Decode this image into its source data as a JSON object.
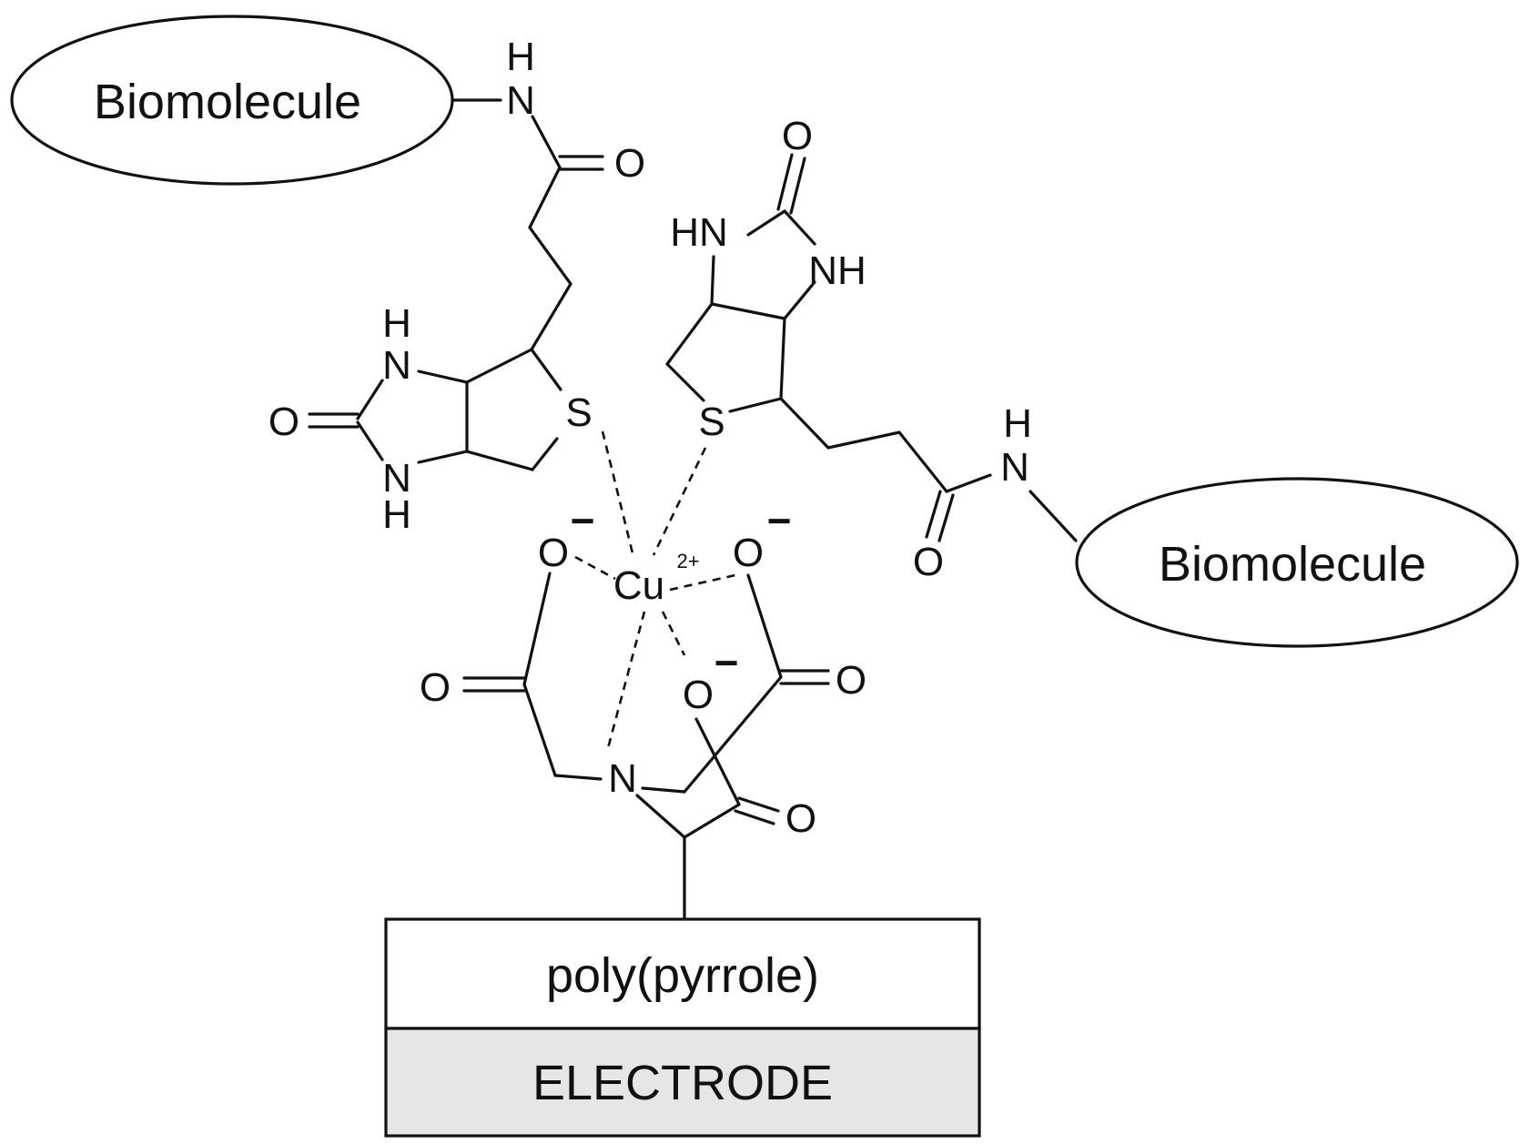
{
  "diagram": {
    "biomolecule_left": "Biomolecule",
    "biomolecule_right": "Biomolecule",
    "layer_polymer": "poly(pyrrole)",
    "layer_electrode": "ELECTRODE",
    "metal": "Cu",
    "metal_charge": "2+",
    "charge_minus": "−",
    "atoms": {
      "H": "H",
      "N": "N",
      "NH": "NH",
      "HN": "HN",
      "O": "O",
      "S": "S"
    },
    "colors": {
      "electrode_fill": "#e6e6e6",
      "line": "#111111"
    }
  }
}
